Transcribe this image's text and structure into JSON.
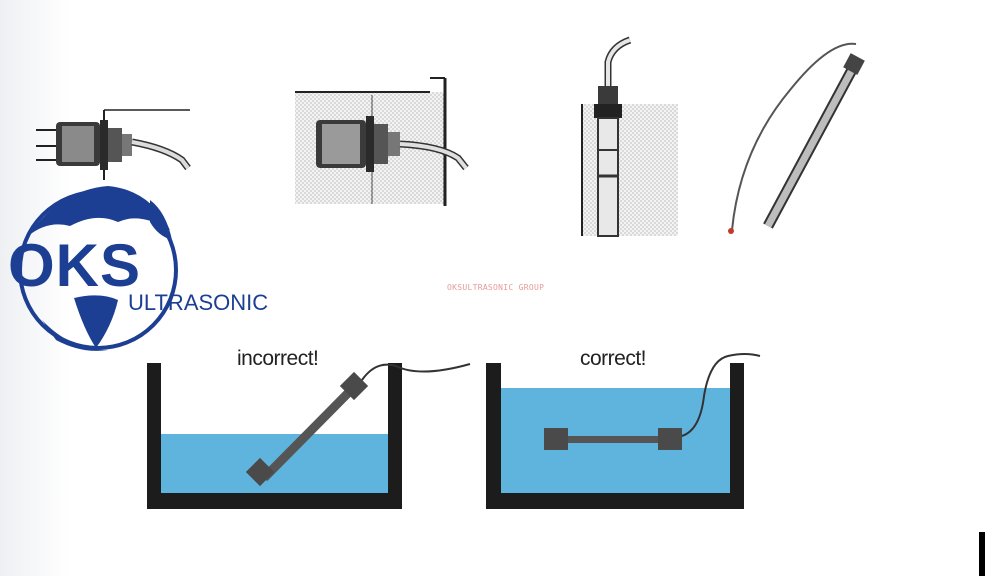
{
  "logo": {
    "name": "OKS",
    "sub": "ULTRASONIC",
    "color": "#1d3f93"
  },
  "watermark": "OKSULTRASONIC GROUP",
  "tanks": {
    "incorrect_label": "incorrect!",
    "correct_label": "correct!",
    "water_color": "#5fb4de",
    "wall_color": "#1c1c1c"
  },
  "transducers": {
    "body_color": "#444444",
    "rod_color": "#666666"
  }
}
